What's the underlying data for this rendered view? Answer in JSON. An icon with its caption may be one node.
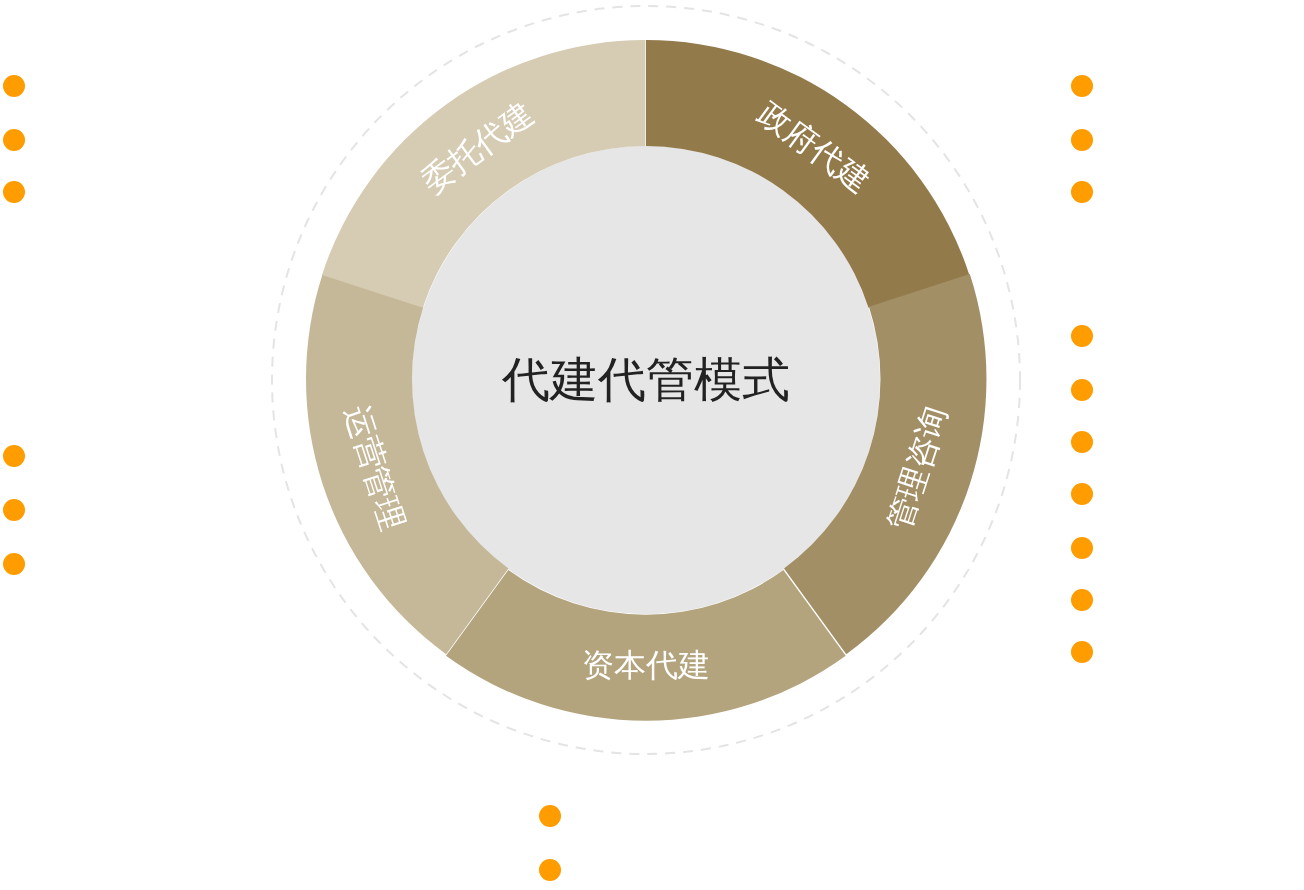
{
  "diagram": {
    "nodes": [
      {
        "text": [
          "代建代管模式"
        ]
      },
      {
        "text": [
          "政府代建"
        ]
      },
      {
        "text": [
          "管理咨询"
        ]
      },
      {
        "text": [
          "资本代建"
        ]
      },
      {
        "text": [
          "运营管理"
        ]
      },
      {
        "text": [
          "委托代建"
        ]
      }
    ]
  }
}
